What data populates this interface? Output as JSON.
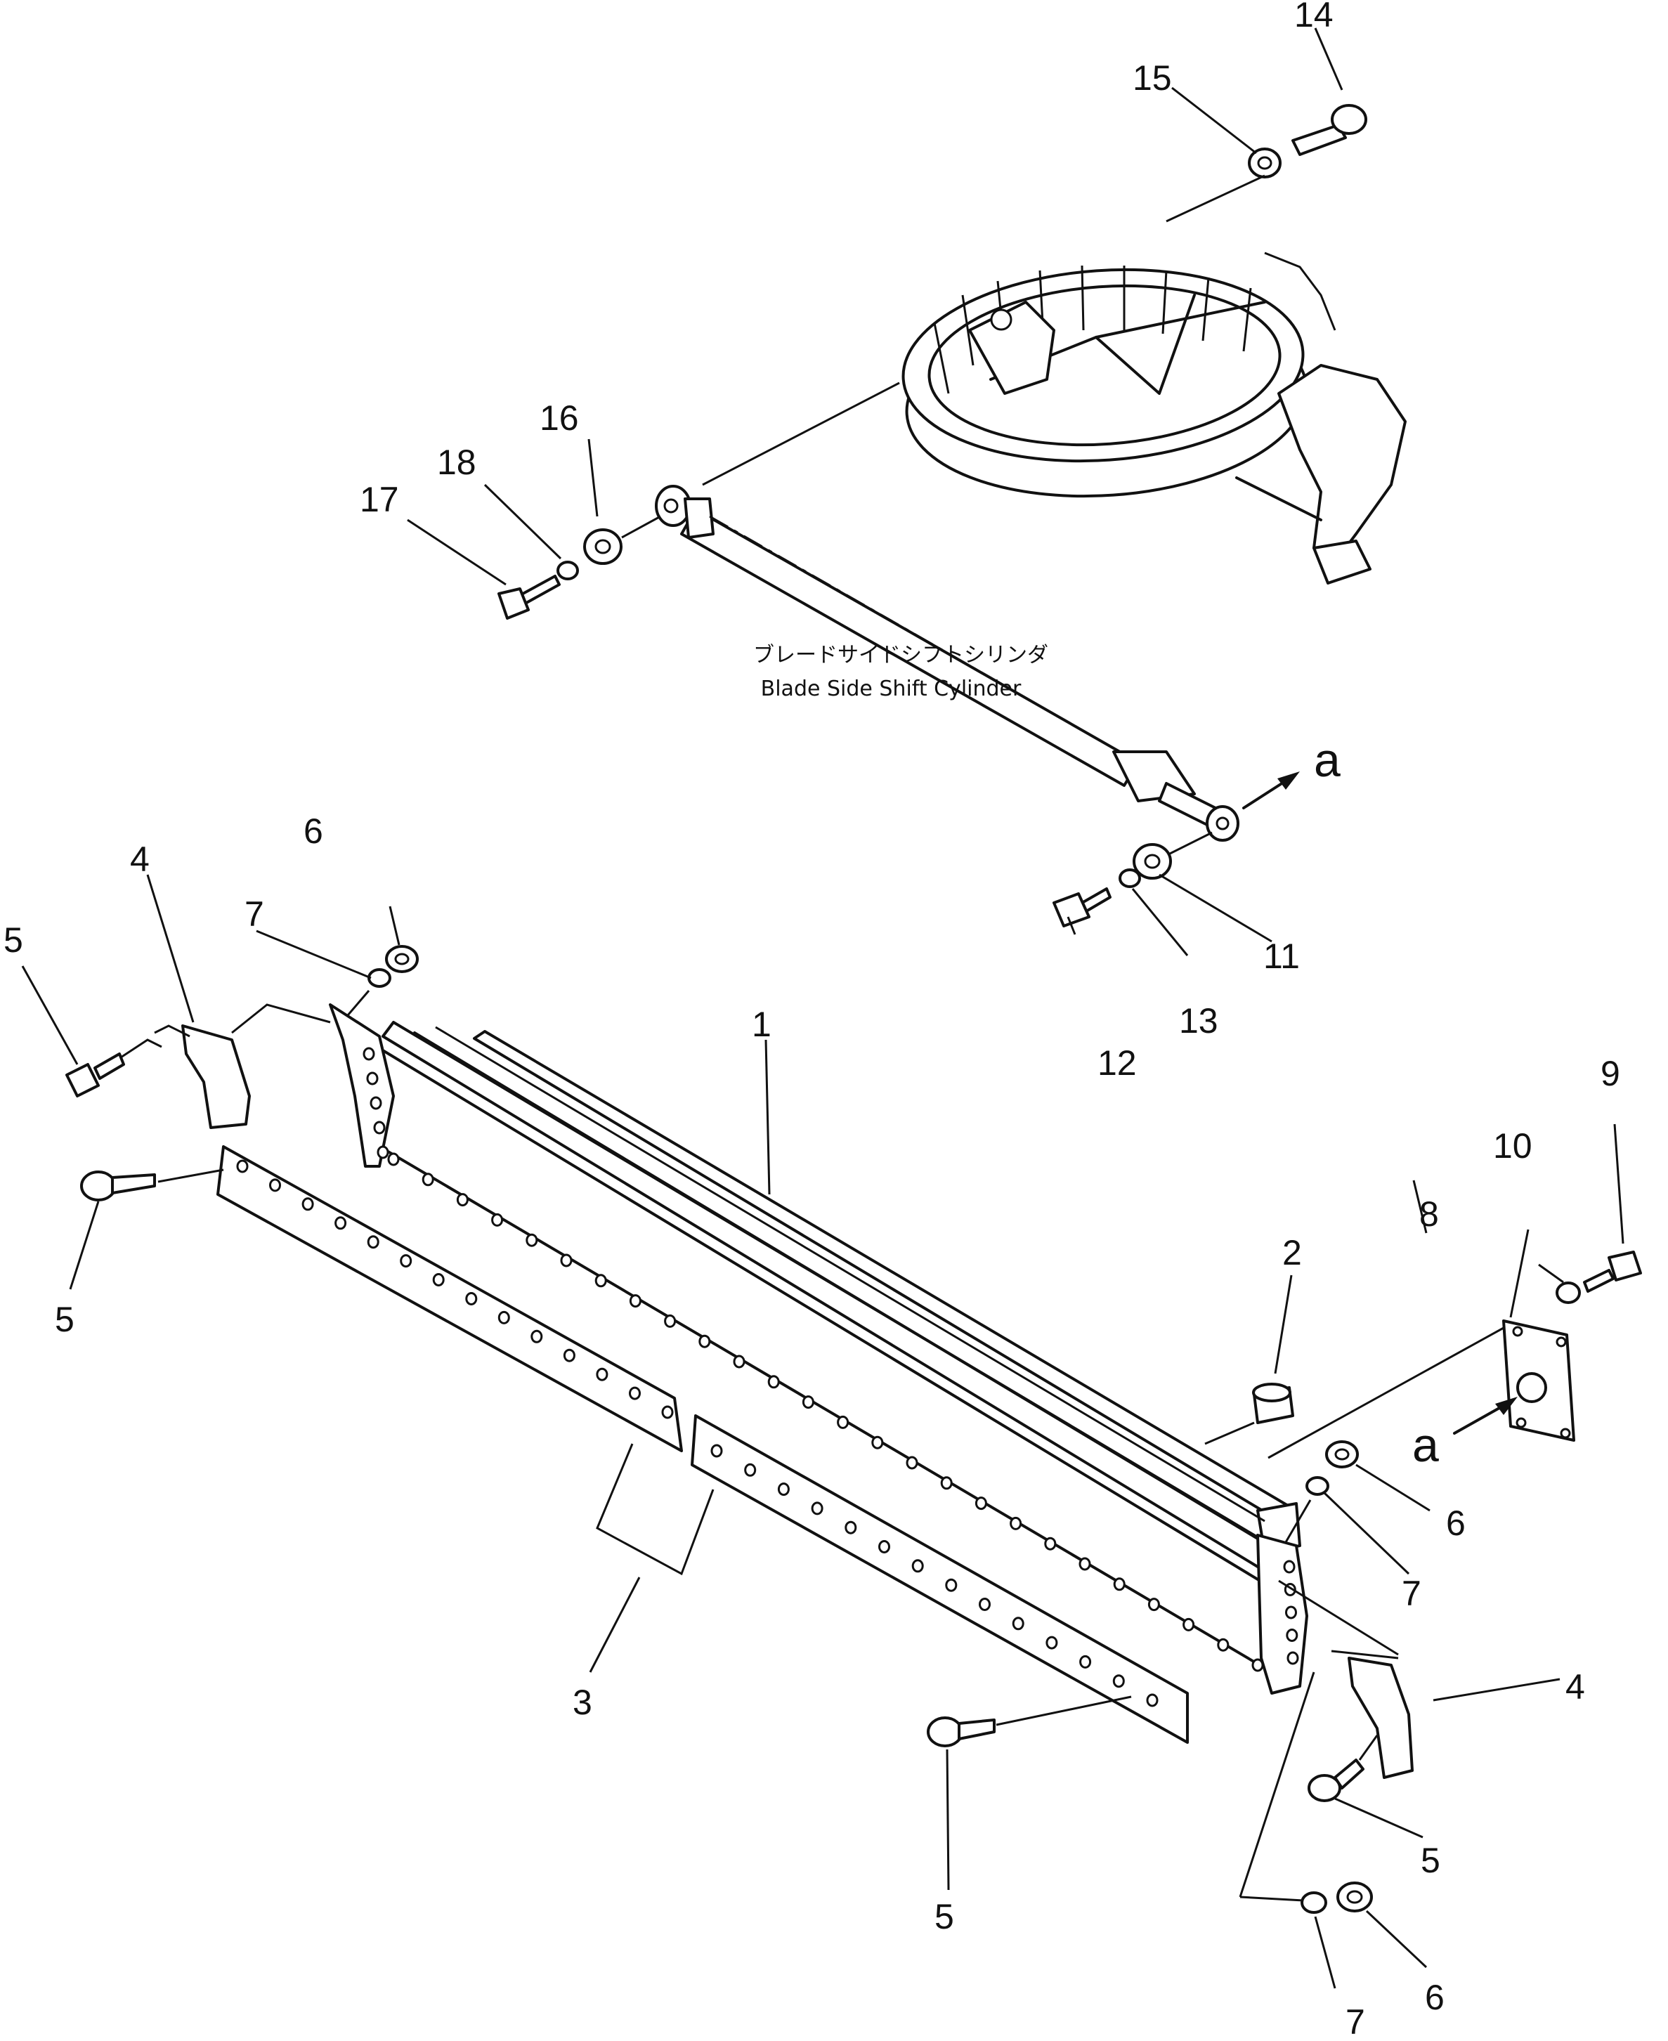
{
  "diagram": {
    "callouts": {
      "c1": "1",
      "c2": "2",
      "c3": "3",
      "c4_left": "4",
      "c4_right": "4",
      "c5_top_left": "5",
      "c5_mid_left": "5",
      "c5_right": "5",
      "c5_bottom": "5",
      "c6_top": "6",
      "c6_mid": "6",
      "c6_bottom": "6",
      "c7_top": "7",
      "c7_mid": "7",
      "c7_bottom": "7",
      "c8": "8",
      "c9": "9",
      "c10": "10",
      "c11": "11",
      "c12": "12",
      "c13": "13",
      "c14": "14",
      "c15": "15",
      "c16": "16",
      "c17": "17",
      "c18": "18"
    },
    "cylinder_label_ja": "ブレードサイドシフトシリンダ",
    "cylinder_label_en": "Blade Side Shift Cylinder",
    "ref_a_arrow": "a",
    "ref_a_bracket": "a"
  }
}
